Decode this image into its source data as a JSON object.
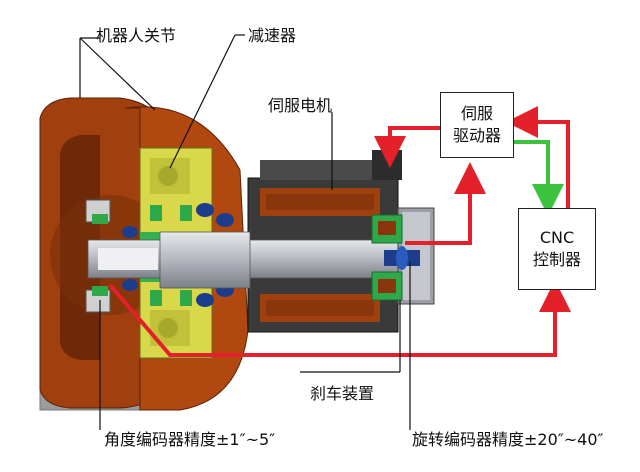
{
  "labels": {
    "robot_joint": "机器人关节",
    "reducer": "减速器",
    "servo_motor": "伺服电机",
    "brake": "刹车装置",
    "angle_encoder": "角度编码器精度±1″~5″",
    "rotary_encoder": "旋转编码器精度±20″~40″"
  },
  "boxes": {
    "servo_driver_line1": "伺服",
    "servo_driver_line2": "驱动器",
    "cnc_line1": "CNC",
    "cnc_line2": "控制器"
  },
  "colors": {
    "housing": "#a0400e",
    "housing_dark": "#6e2a08",
    "gear": "#d8d84a",
    "green": "#2fa84a",
    "blue": "#1c3d8c",
    "motor_body": "#3a3a3a",
    "shaft": "#b9bcc2",
    "red_arrow": "#e4202a",
    "green_arrow": "#3cc23c"
  }
}
